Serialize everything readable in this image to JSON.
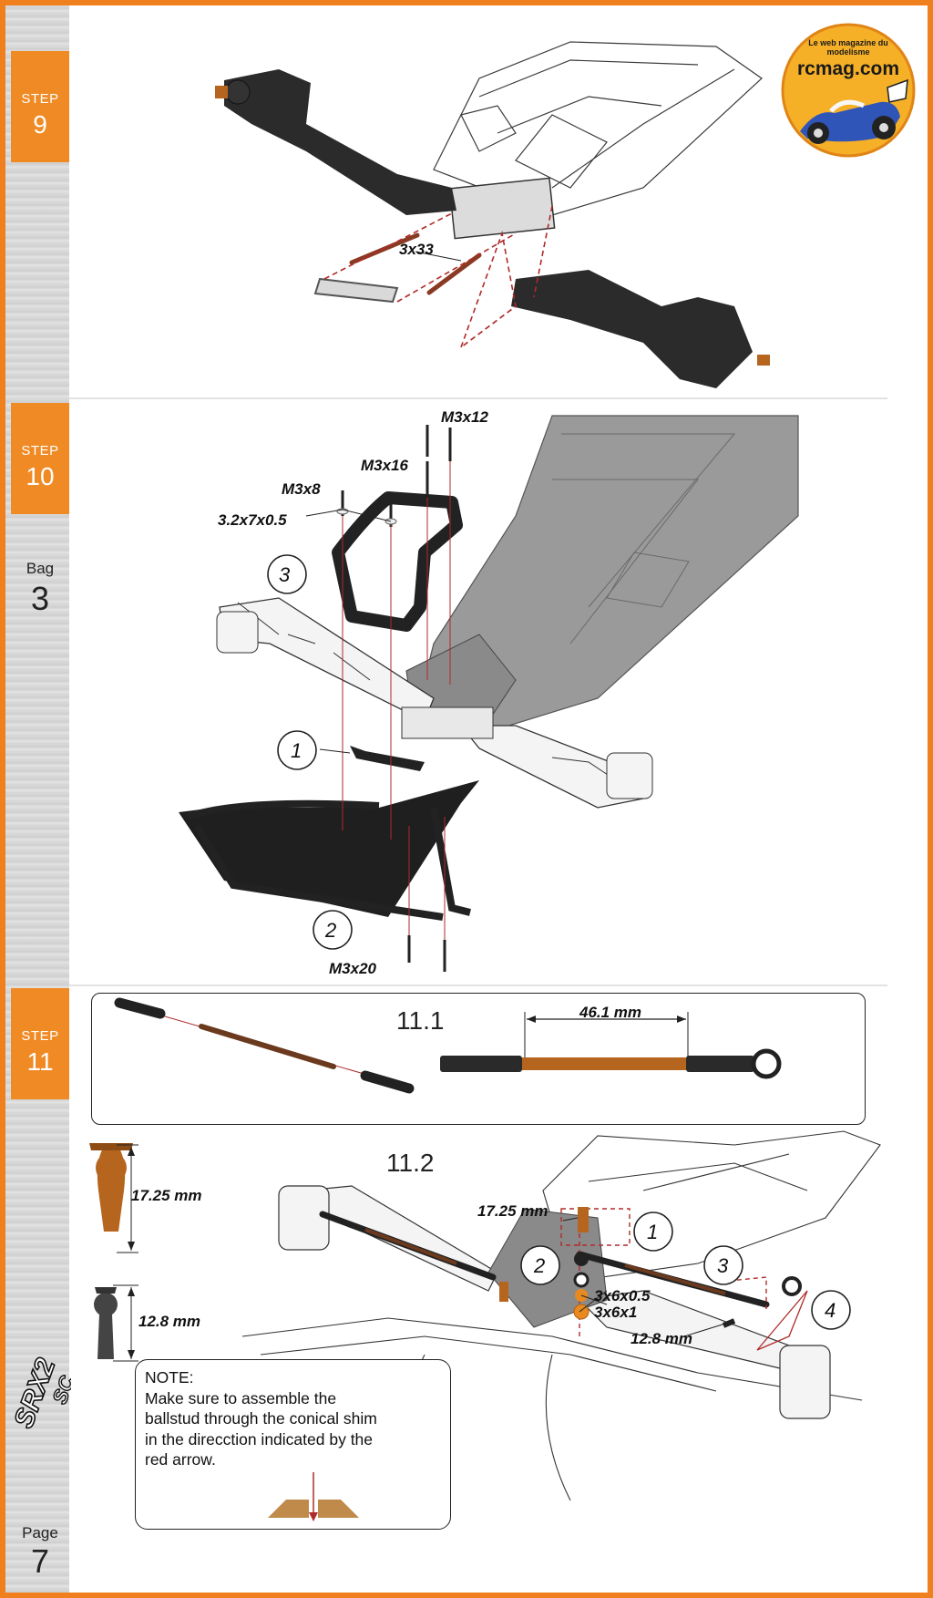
{
  "sidebar": {
    "steps": [
      {
        "label": "STEP",
        "number": "9"
      },
      {
        "label": "STEP",
        "number": "10"
      },
      {
        "label": "STEP",
        "number": "11"
      }
    ],
    "bag": {
      "label": "Bag",
      "number": "3"
    },
    "page": {
      "label": "Page",
      "number": "7"
    },
    "product_logo": "SRX2 SC"
  },
  "brand_badge": {
    "text": "rcmag.com",
    "ring_text": "Le web magazine du modelisme"
  },
  "step9": {
    "labels": {
      "pin": "3x33"
    }
  },
  "step10": {
    "labels": {
      "screw_a": "M3x12",
      "screw_b": "M3x16",
      "screw_c": "M3x8",
      "shim": "3.2x7x0.5",
      "screw_d": "M3x20"
    },
    "callouts": [
      "3",
      "1",
      "2"
    ]
  },
  "step11": {
    "sub1": {
      "title": "11.1",
      "length": "46.1 mm"
    },
    "sub2": {
      "title": "11.2",
      "ballstud_tall": "17.25 mm",
      "ballstud_short": "12.8 mm",
      "label_top": "17.25 mm",
      "shim_a": "3x6x0.5",
      "shim_b": "3x6x1",
      "label_short": "12.8 mm",
      "callouts": [
        "1",
        "2",
        "3",
        "4"
      ]
    },
    "note": "NOTE:\nMake sure to assemble the\nballstud through the conical shim\nin the direcction indicated by the\nred arrow."
  },
  "colors": {
    "accent": "#f08a24",
    "guide": "#b02a2a",
    "part_dark": "#2b2b2b",
    "part_grey": "#9a9a9a",
    "copper": "#b5651d"
  }
}
